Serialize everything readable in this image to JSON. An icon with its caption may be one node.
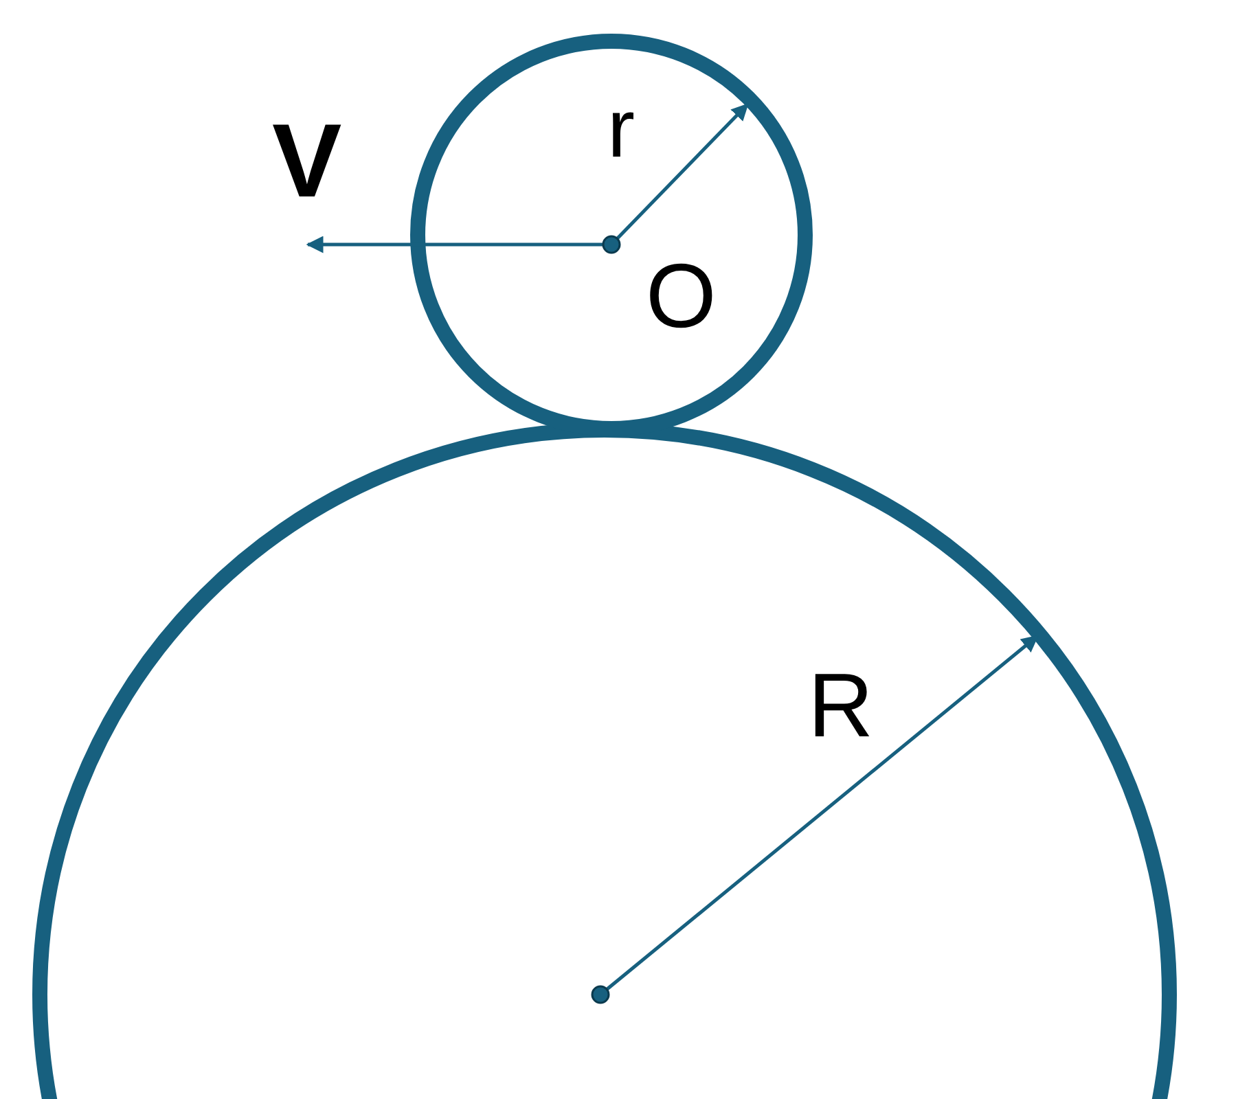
{
  "diagram": {
    "labels": [
      "V",
      "r",
      "O",
      "R"
    ]
  }
}
